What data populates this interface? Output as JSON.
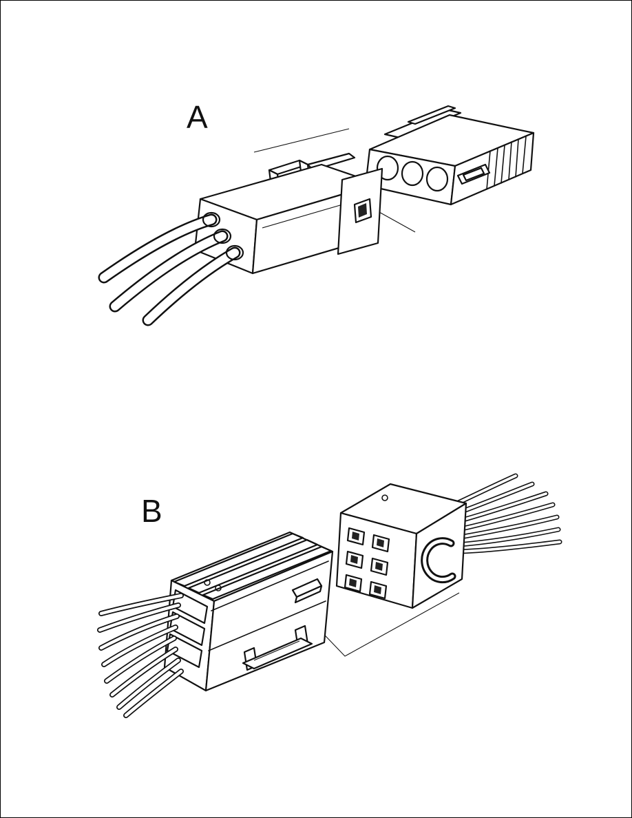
{
  "page": {
    "background": "#ffffff",
    "line_color": "#111111",
    "border_color": "#000000"
  },
  "figures": {
    "a": {
      "label": "A",
      "description": "Three-wire inline connector pair: plug with three cables and top locking latch, mating socket housing with three round cavities, ribbed grip and release slot"
    },
    "b": {
      "label": "B",
      "description": "Multi-pin connector pair: eight-wire plug body with ridged cover and secondary lock clip, mating receptacle block with terminal cavities, C-shaped keyway and wire bundle"
    }
  }
}
